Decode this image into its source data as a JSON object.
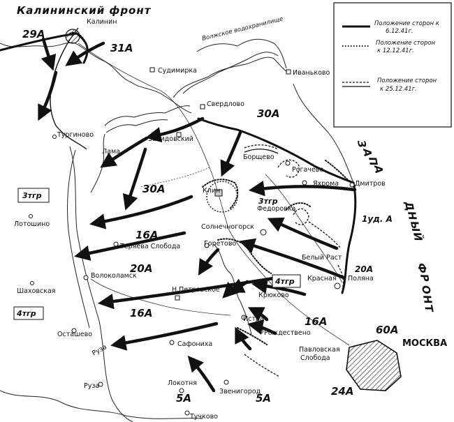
{
  "map": {
    "title": "Калининский фронт",
    "west_front_label": "ЗАПАДНЫЙ ФРОНТ",
    "west_front_letters": [
      "З",
      "А",
      "П",
      "А",
      "Д",
      "Н",
      "Ы",
      "Й",
      "Ф",
      "Р",
      "О",
      "Н",
      "Т"
    ],
    "reservoir_label": "Волжское водохранилище",
    "towns": {
      "kalinin": "Калинин",
      "sudimirka": "Судимирка",
      "ivankovo": "Иваньково",
      "sverdlovo": "Свердлово",
      "turginovo": "Тургиново",
      "zavidovsky": "Завидовский",
      "lama": "Лама",
      "borshchevo": "Борщево",
      "rogachevo": "Рогачево",
      "dmitrov": "Дмитров",
      "yakhroma": "Яхрома",
      "klin": "Клин",
      "fedorovka": "Федоровка",
      "lotoshino": "Лотошино",
      "solnechnogorsk": "Солнечногорск",
      "teryaeva": "Теряева Слобода",
      "goretovo": "Горетово",
      "bely_rast": "Белый Раст",
      "shakhovskaya": "Шаховская",
      "volokolamsk": "Волоколамск",
      "krasnaya": "Красная",
      "polyana": "Поляна",
      "n_petrovskoe": "Н.Петровское",
      "kryukovo": "Крюково",
      "istra": "Истра",
      "ostashevo": "Осташево",
      "rozhdestveno": "Рождествено",
      "safonikha": "Сафониха",
      "pavlovskaya": "Павловская",
      "sloboda": "Слобода",
      "moskva": "МОСКВА",
      "ruza_river": "Руза",
      "ruza": "Руза",
      "lokotnya": "Локотня",
      "zvenigorod": "Звенигород",
      "tuchkovo": "Тучково"
    },
    "armies": {
      "a29": "29А",
      "a31": "31А",
      "a30_north": "30А",
      "a30_mid": "30А",
      "a1ud": "1уд. А",
      "a16_north": "16А",
      "a20_north": "20А",
      "a20": "20А",
      "a16_mid": "16А",
      "a16_south": "16А",
      "a60": "60А",
      "a24": "24А",
      "a5_west": "5А",
      "a5_east": "5А"
    },
    "groups": {
      "g3_west": "3тгр",
      "g3_fed": "3тгр",
      "g4_center": "4тгр",
      "g4_west": "4тгр"
    },
    "legend": {
      "item1": [
        "Положение сторон к",
        "6.12.41г."
      ],
      "item2": [
        "Положение сторон",
        "к 12.12.41г."
      ],
      "item3": [
        "Положение сторон",
        "к 25.12.41г."
      ]
    }
  }
}
